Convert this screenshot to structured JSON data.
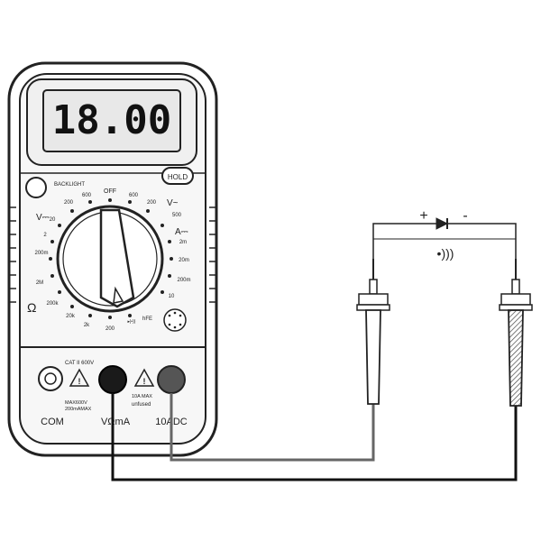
{
  "display": {
    "reading": "18.00"
  },
  "controls": {
    "backlight_label": "BACKLIGHT",
    "hold_label": "HOLD"
  },
  "dial": {
    "off_label": "OFF",
    "dcv_label": "V⎓",
    "acv_label": "V~",
    "dca_label": "A⎓",
    "ohm_label": "Ω",
    "hfe_label": "hFE",
    "ranges": {
      "dcv": [
        "600",
        "200",
        "20",
        "2",
        "200m"
      ],
      "acv": [
        "600",
        "200"
      ],
      "acv_max": "500",
      "dca": [
        "2m",
        "20m",
        "200m",
        "10"
      ],
      "ohm": [
        "2M",
        "200k",
        "20k",
        "2k",
        "200"
      ],
      "diode": "▸|•))"
    }
  },
  "jacks": {
    "com_label": "COM",
    "vma_label": "VΩmA",
    "tenadc_label": "10ADC",
    "cat_label": "CAT II 600V",
    "max_label_1": "MAX600V",
    "max_label_2": "200mAMAX",
    "tenamax_label_1": "10A MAX",
    "tenamax_label_2": "unfused"
  },
  "circuit": {
    "plus_label": "+",
    "minus_label": "-",
    "buzzer_symbol": "•)))"
  },
  "colors": {
    "outline": "#222222",
    "lcd_bg": "#e8e8e8",
    "body": "#f7f7f7",
    "black_jack": "#1a1a1a",
    "red_jack": "#555555"
  }
}
